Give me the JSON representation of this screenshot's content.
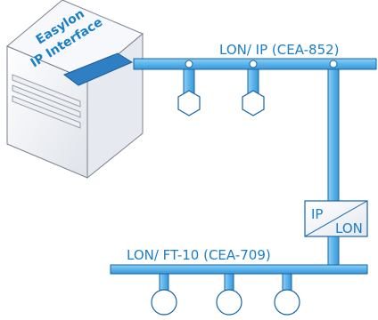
{
  "device": {
    "label_line1": "Easylon",
    "label_line2": "IP Interface"
  },
  "networks": {
    "ip_channel": "LON/ IP (CEA-852)",
    "ft10_channel": "LON/ FT-10 (CEA-709)"
  },
  "router": {
    "top_label": "IP",
    "bottom_label": "LON"
  },
  "colors": {
    "accent": "#1a7fc6",
    "pipe_fill": "#5bb4ea",
    "pipe_stroke": "#1565a8",
    "node_fill": "#ffffff",
    "device_face": "#f2f3f6",
    "device_side": "#dde0e8"
  },
  "node_shapes": {
    "ip_nodes": "hexagon",
    "ft10_nodes": "circle"
  }
}
